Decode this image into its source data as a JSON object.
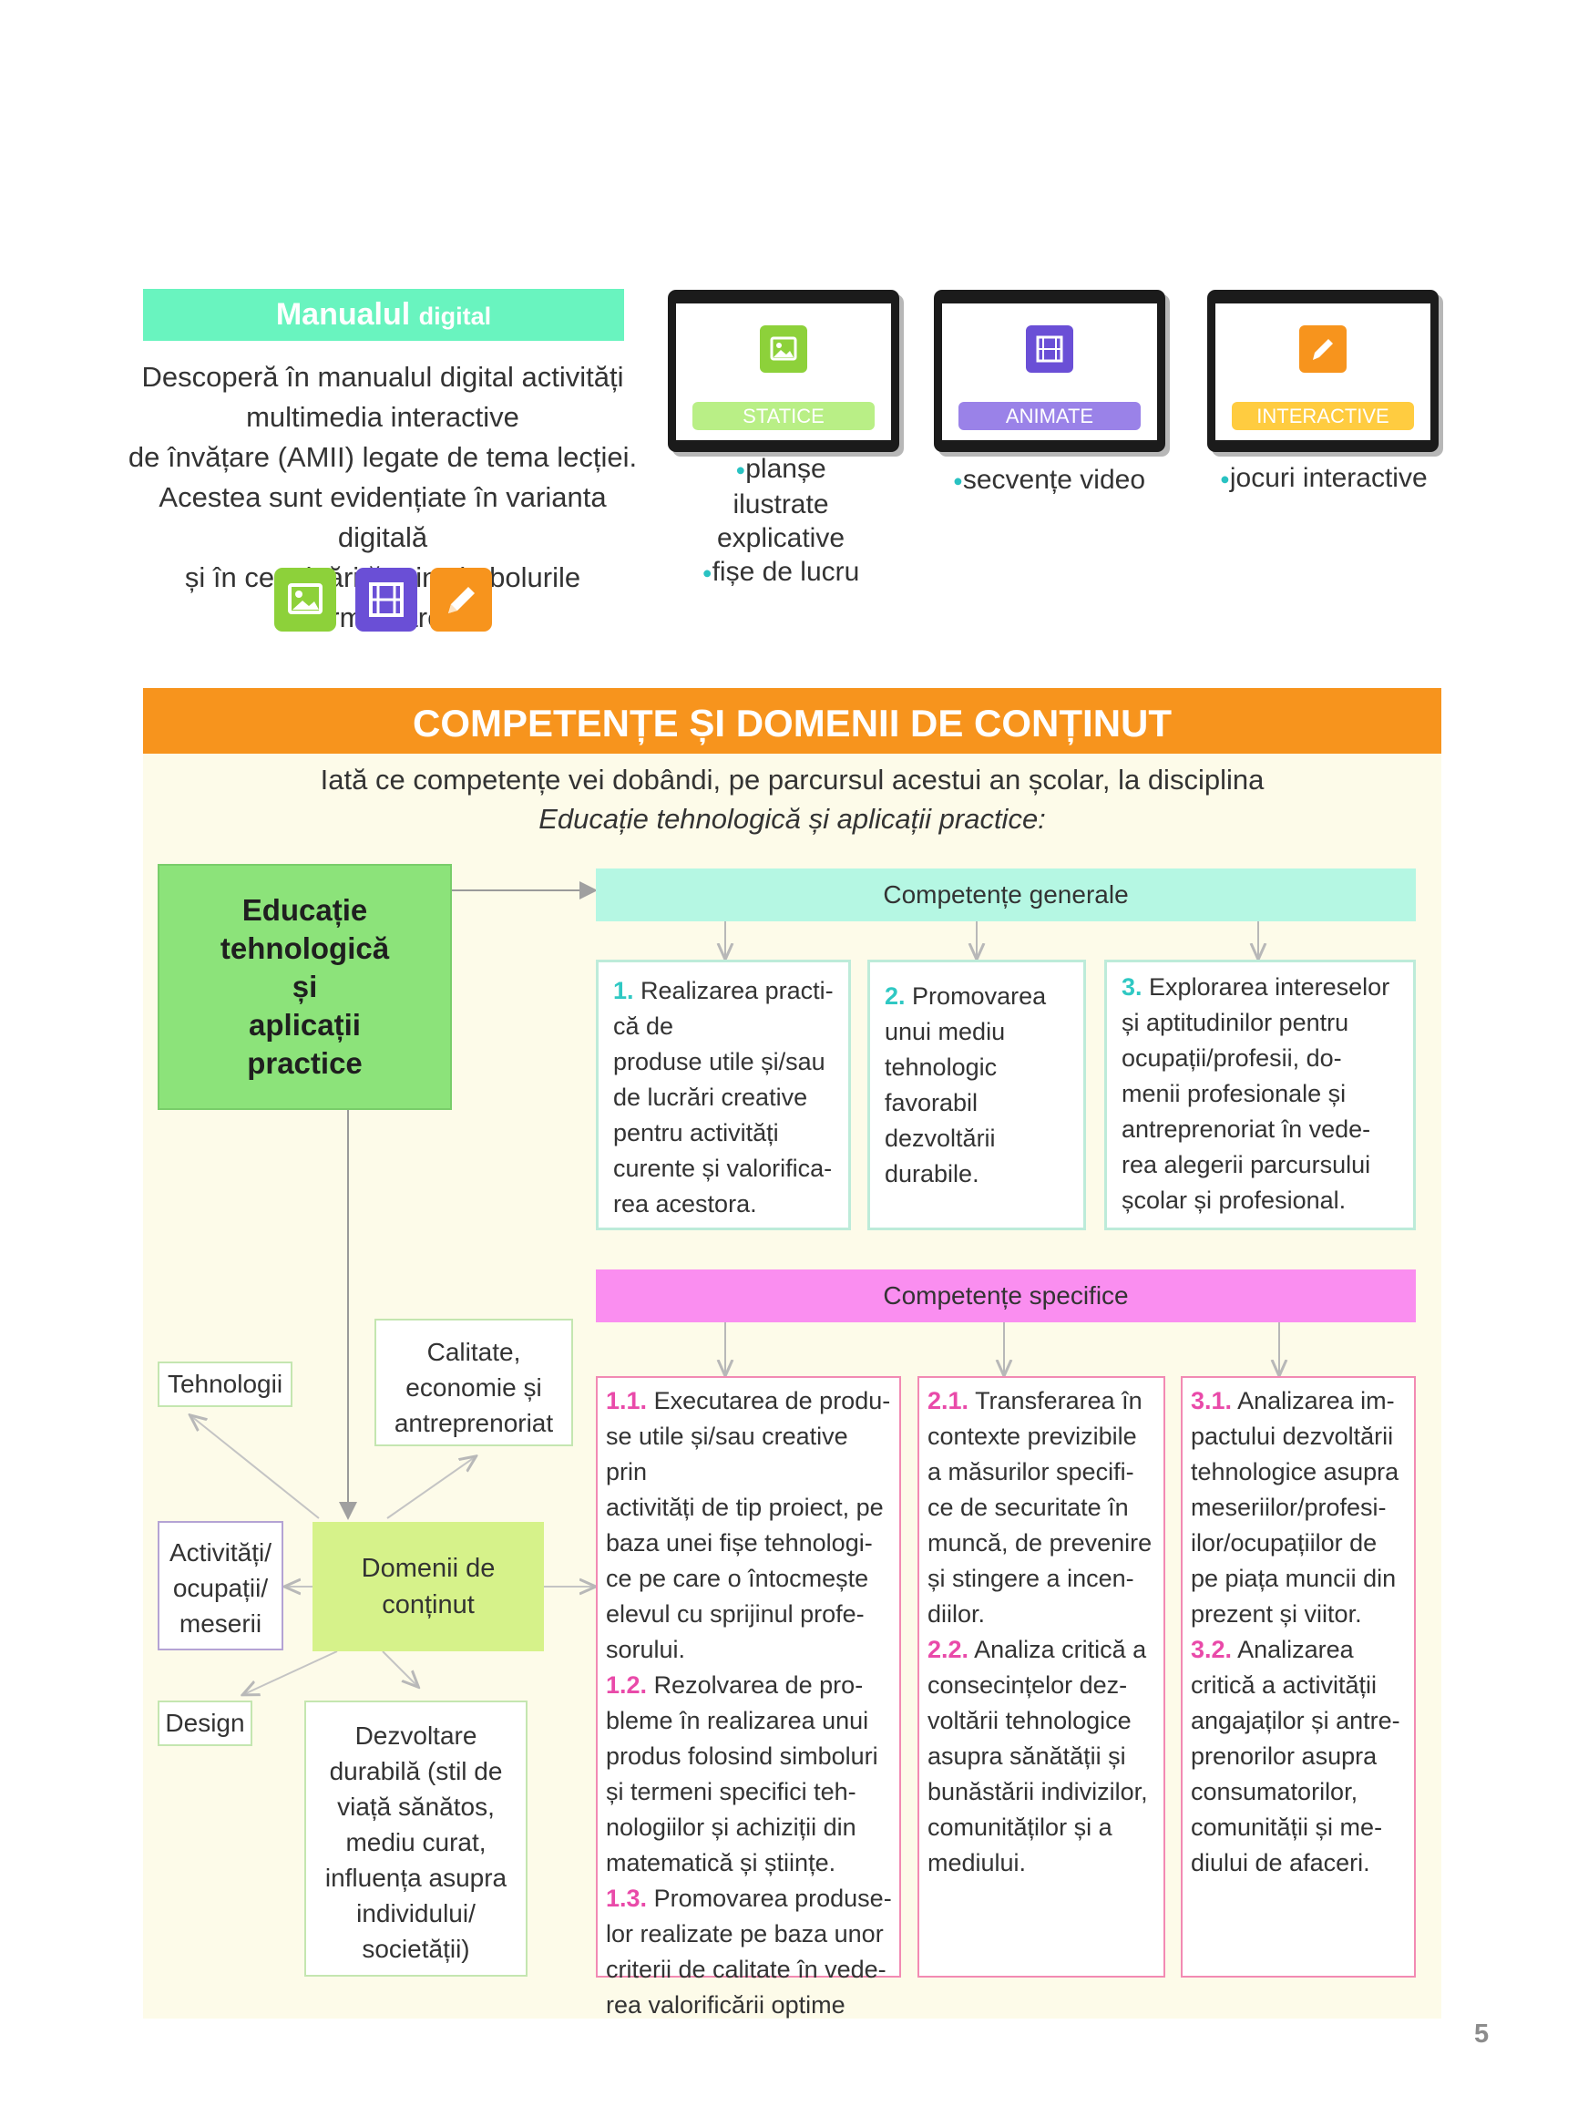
{
  "digital_manual": {
    "title_main": "Manualul",
    "title_small": "digital",
    "description": [
      "Descoperă în manualul digital activități",
      "multimedia interactive",
      "de învățare (AMII) legate de tema lecției.",
      "Acestea sunt evidențiate în varianta digitală",
      "și în cea tipărită prin simbolurile următoare:"
    ],
    "symbols": [
      {
        "icon": "image-icon",
        "color": "#8dd13a"
      },
      {
        "icon": "film-icon",
        "color": "#6a4fd6"
      },
      {
        "icon": "pencil-icon",
        "color": "#f7941d"
      }
    ],
    "tablets": [
      {
        "label": "STATICE",
        "icon": "image-icon",
        "color": "#8dd13a",
        "pill_color": "#b9ef86",
        "bullets": [
          "planșe ilustrate",
          "explicative",
          "fișe de lucru"
        ]
      },
      {
        "label": "ANIMATE",
        "icon": "film-icon",
        "color": "#6a4fd6",
        "pill_color": "#9a82e8",
        "bullets": [
          "secvențe video"
        ]
      },
      {
        "label": "INTERACTIVE",
        "icon": "pencil-icon",
        "color": "#f7941d",
        "pill_color": "#ffcc40",
        "bullets": [
          "jocuri interactive"
        ]
      }
    ]
  },
  "competencies": {
    "title": "COMPETENȚE ȘI DOMENII DE CONȚINUT",
    "intro_line1": "Iată ce competențe vei dobândi, pe parcursul acestui an școlar, la disciplina",
    "intro_line2": "Educație tehnologică și aplicații practice:",
    "subject_lines": [
      "Educație",
      "tehnologică",
      "și",
      "aplicații",
      "practice"
    ],
    "general_label": "Competențe generale",
    "general": [
      {
        "num": "1.",
        "lines": [
          "Realizarea practi-",
          "că de",
          "produse utile și/sau",
          "de lucrări creative",
          "pentru activități",
          "curente și valorifica-",
          "rea acestora."
        ]
      },
      {
        "num": "2.",
        "lines": [
          "Promovarea",
          "unui mediu",
          "tehnologic",
          "favorabil",
          "dezvoltării",
          "durabile."
        ]
      },
      {
        "num": "3.",
        "lines": [
          "Explorarea intereselor",
          "și aptitudinilor pentru",
          "ocupații/profesii, do-",
          "menii profesionale și",
          "antreprenoriat în vede-",
          "rea alegerii parcursului",
          "școlar și profesional."
        ]
      }
    ],
    "specific_label": "Competențe specifice",
    "specific": [
      {
        "items": [
          {
            "num": "1.1.",
            "lines": [
              "Executarea de produ-",
              "se utile și/sau creative prin",
              "activități de tip proiect, pe",
              "baza unei fișe tehnologi-",
              "ce  pe care o întocmește",
              "elevul cu sprijinul profe-",
              "sorului."
            ]
          },
          {
            "num": "1.2.",
            "lines": [
              "Rezolvarea de pro-",
              "bleme în realizarea unui",
              "produs folosind simboluri",
              "și termeni specifici teh-",
              "nologiilor și achiziții din",
              "matematică și științe."
            ]
          },
          {
            "num": "1.3.",
            "lines": [
              "Promovarea produse-",
              "lor realizate pe baza unor",
              "criterii de calitate în vede-",
              "rea valorificării optime"
            ]
          }
        ]
      },
      {
        "items": [
          {
            "num": "2.1.",
            "lines": [
              "Transferarea în",
              "contexte previzibile",
              "a măsurilor specifi-",
              "ce de securitate în",
              "muncă, de prevenire",
              "și stingere a incen-",
              "diilor."
            ]
          },
          {
            "num": "2.2.",
            "lines": [
              "Analiza critică a",
              "consecințelor dez-",
              "voltării tehnologice",
              "asupra sănătății și",
              "bunăstării indivizilor,",
              "comunităților și a",
              "mediului."
            ]
          }
        ]
      },
      {
        "items": [
          {
            "num": "3.1.",
            "lines": [
              "Analizarea im-",
              "pactului dezvoltării",
              "tehnologice asupra",
              "meseriilor/profesi-",
              "ilor/ocupațiilor de",
              "pe piața muncii din",
              "prezent și viitor."
            ]
          },
          {
            "num": "3.2.",
            "lines": [
              "Analizarea",
              "critică a activității",
              "angajaților și antre-",
              "prenorilor asupra",
              "consumatorilor,",
              "comunității și me-",
              "diului de afaceri."
            ]
          }
        ]
      }
    ],
    "domains_center": [
      "Domenii de",
      "conținut"
    ],
    "domains": {
      "tehnologii": [
        "Tehnologii"
      ],
      "calitate": [
        "Calitate,",
        "economie și",
        "antreprenoriat"
      ],
      "activitati": [
        "Activități/",
        "ocupații/",
        "meserii"
      ],
      "design": [
        "Design"
      ],
      "dezvoltare": [
        "Dezvoltare",
        "durabilă (stil de",
        "viață sănătos,",
        "mediu curat,",
        "influența asupra",
        "individului/",
        "societății)"
      ]
    }
  },
  "page_number": "5"
}
